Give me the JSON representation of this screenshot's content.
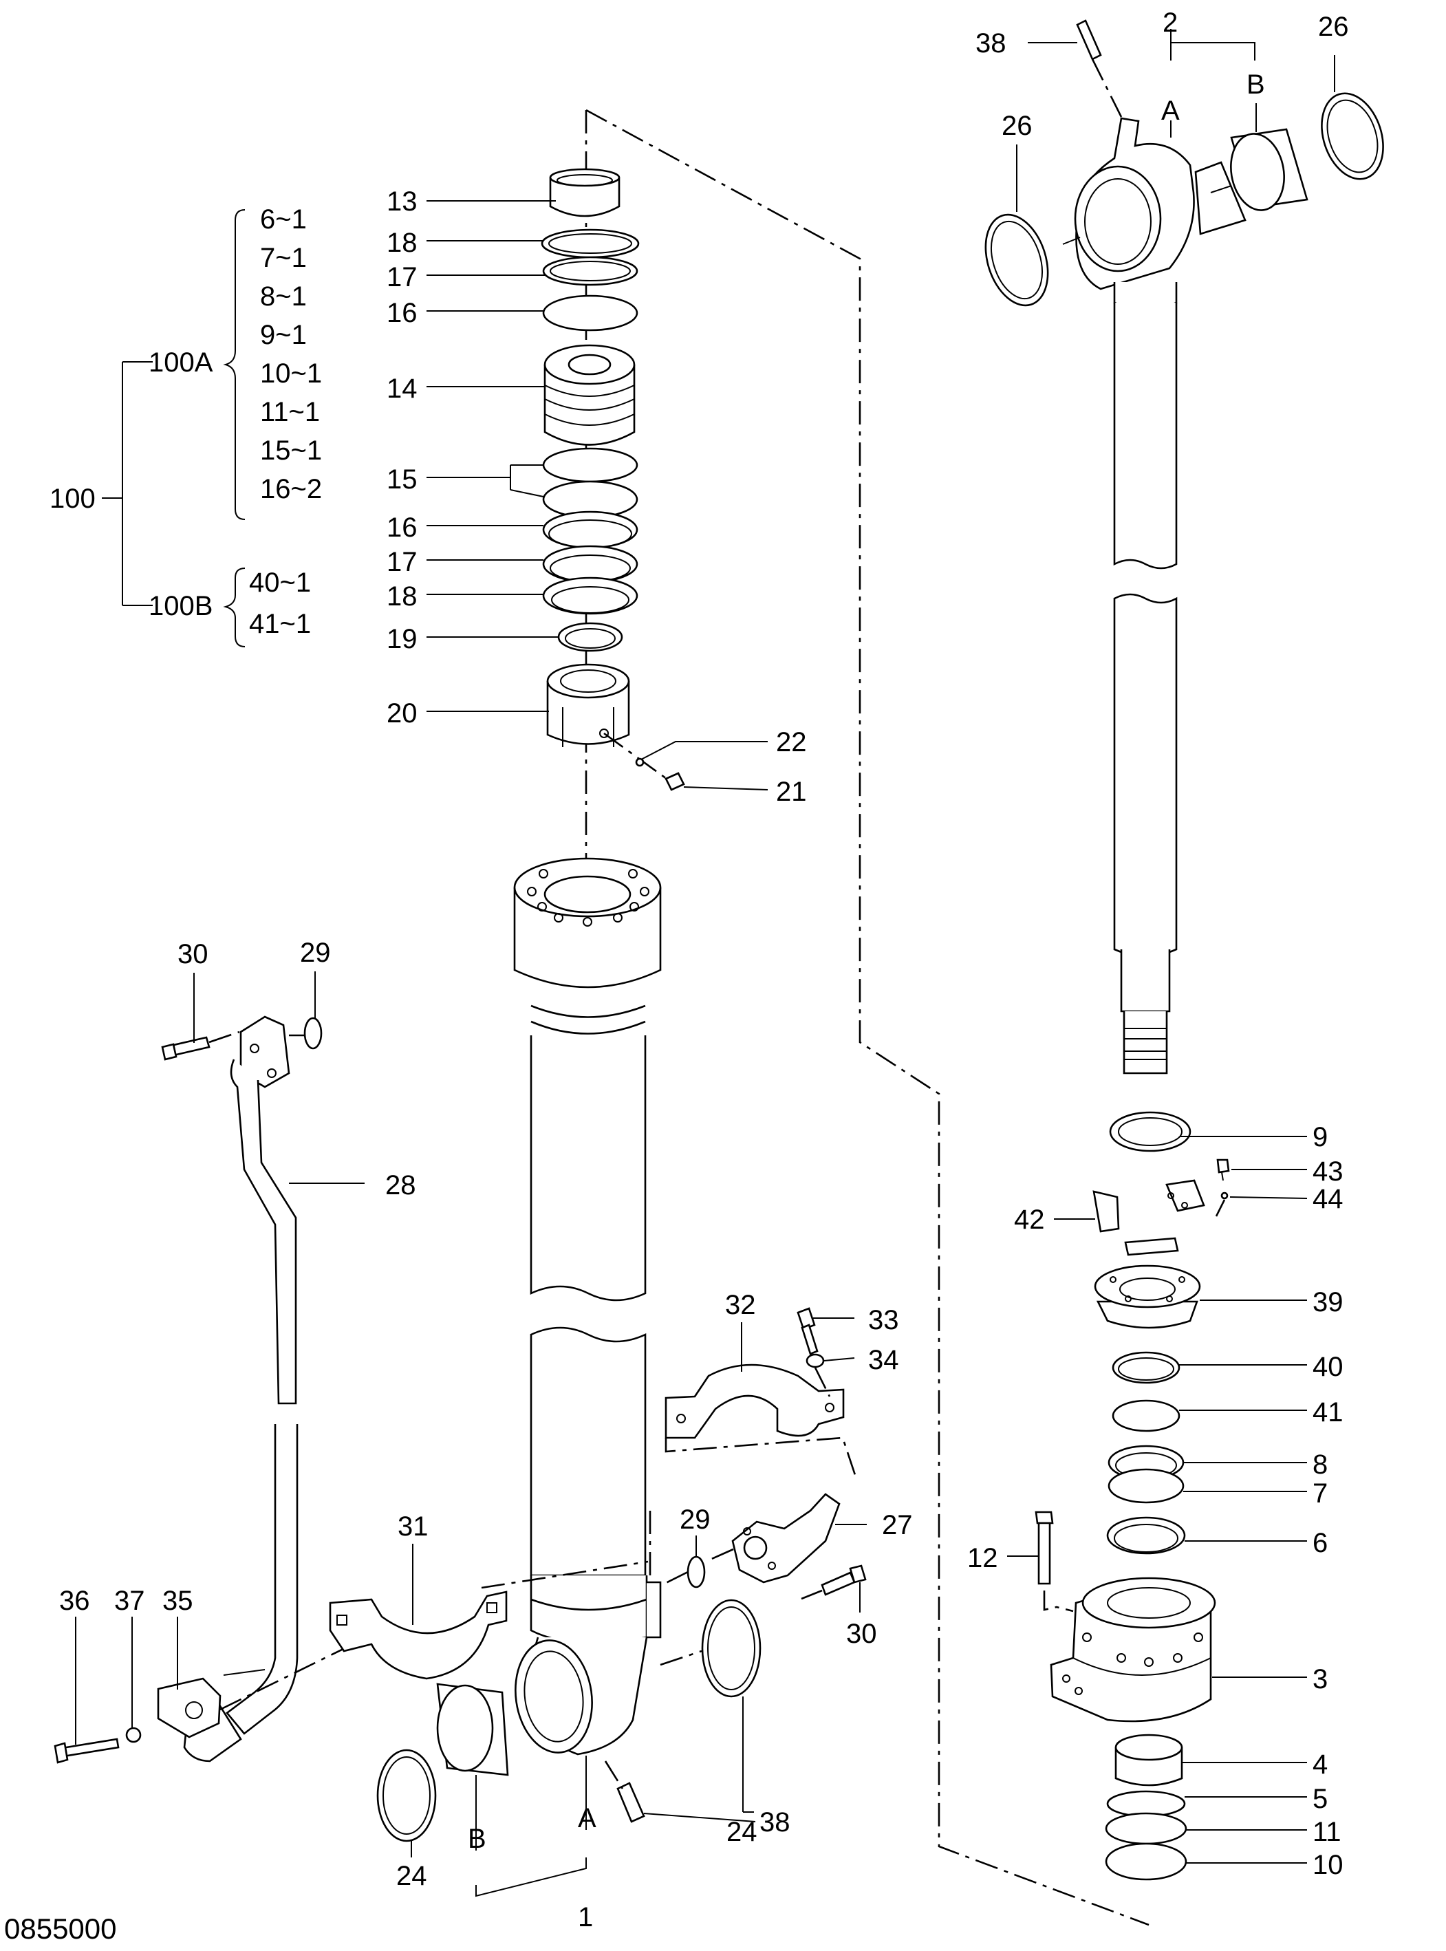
{
  "drawing_code": "0855000",
  "tree": {
    "root": "100",
    "group_a": {
      "label": "100A",
      "items": [
        "6~1",
        "7~1",
        "8~1",
        "9~1",
        "10~1",
        "11~1",
        "15~1",
        "16~2"
      ]
    },
    "group_b": {
      "label": "100B",
      "items": [
        "40~1",
        "41~1"
      ]
    }
  },
  "callouts": {
    "p13": "13",
    "p18a": "18",
    "p17a": "17",
    "p16a": "16",
    "p14": "14",
    "p15": "15",
    "p16b": "16",
    "p17b": "17",
    "p18b": "18",
    "p19": "19",
    "p20": "20",
    "p22": "22",
    "p21": "21",
    "p30a": "30",
    "p29a": "29",
    "p28": "28",
    "p32": "32",
    "p33": "33",
    "p34": "34",
    "p31": "31",
    "p29b": "29",
    "p27": "27",
    "p30b": "30",
    "p36": "36",
    "p37": "37",
    "p35": "35",
    "p24a": "24",
    "p24b": "24",
    "p38b": "38",
    "p1": "1",
    "pA1": "A",
    "pB1": "B",
    "p38a": "38",
    "p2": "2",
    "p26a": "26",
    "p26b": "26",
    "pA2": "A",
    "pB2": "B",
    "p9": "9",
    "p43": "43",
    "p44": "44",
    "p42": "42",
    "p39": "39",
    "p40": "40",
    "p41": "41",
    "p8": "8",
    "p7": "7",
    "p6": "6",
    "p12": "12",
    "p3": "3",
    "p4": "4",
    "p5": "5",
    "p11": "11",
    "p10": "10"
  }
}
